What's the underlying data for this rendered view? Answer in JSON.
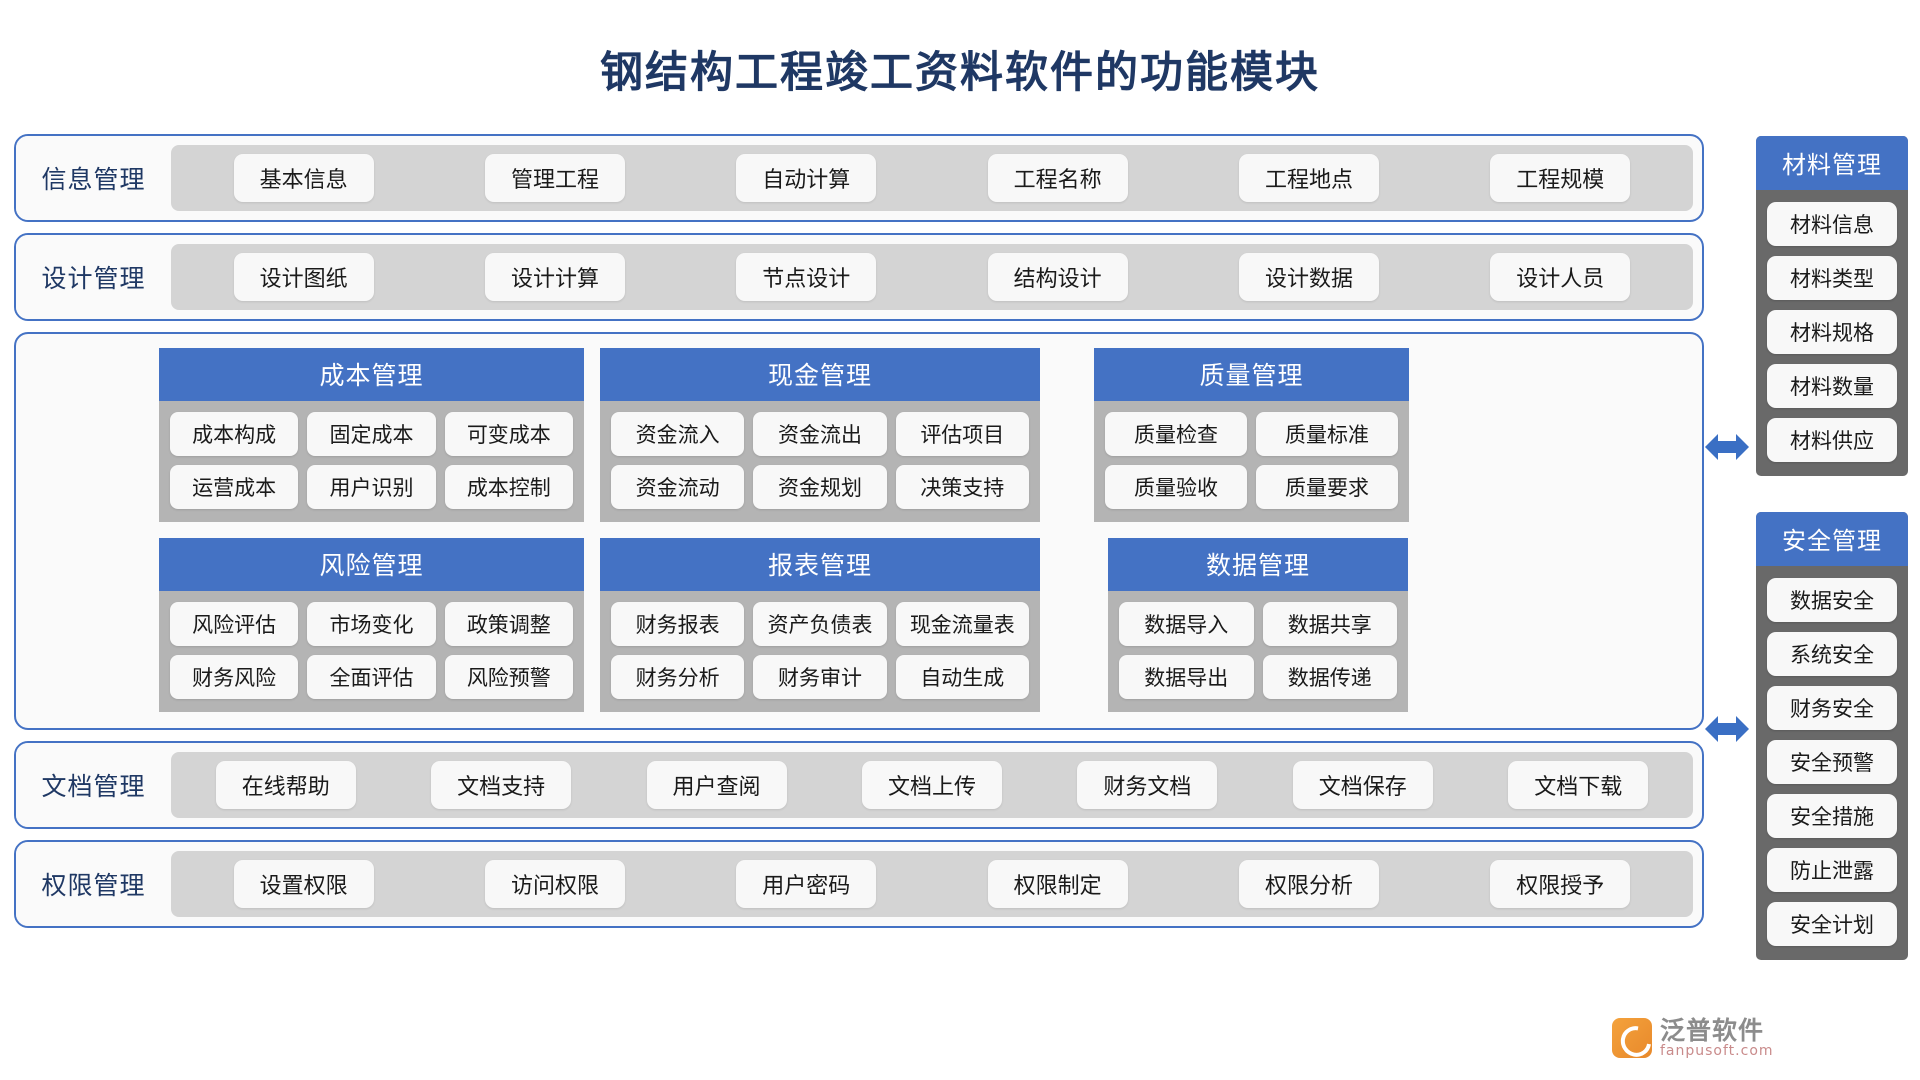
{
  "title": "钢结构工程竣工资料软件的功能模块",
  "colors": {
    "title_text": "#1F3864",
    "accent_blue": "#4472C4",
    "panel_body_gray": "#B4B4B4",
    "band_strip_gray": "#D4D4D4",
    "sidebar_gray": "#696969",
    "pill_bg": "#F8F8F8"
  },
  "bands": [
    {
      "label": "信息管理",
      "items": [
        "基本信息",
        "管理工程",
        "自动计算",
        "工程名称",
        "工程地点",
        "工程规模"
      ]
    },
    {
      "label": "设计管理",
      "items": [
        "设计图纸",
        "设计计算",
        "节点设计",
        "结构设计",
        "设计数据",
        "设计人员"
      ]
    }
  ],
  "center_panels": [
    {
      "key": "cost",
      "head": "成本管理",
      "rows": [
        [
          "成本构成",
          "固定成本",
          "可变成本"
        ],
        [
          "运营成本",
          "用户识别",
          "成本控制"
        ]
      ]
    },
    {
      "key": "cash",
      "head": "现金管理",
      "rows": [
        [
          "资金流入",
          "资金流出",
          "评估项目"
        ],
        [
          "资金流动",
          "资金规划",
          "决策支持"
        ]
      ]
    },
    {
      "key": "qual",
      "head": "质量管理",
      "rows": [
        [
          "质量检查",
          "质量标准"
        ],
        [
          "质量验收",
          "质量要求"
        ]
      ]
    },
    {
      "key": "risk",
      "head": "风险管理",
      "rows": [
        [
          "风险评估",
          "市场变化",
          "政策调整"
        ],
        [
          "财务风险",
          "全面评估",
          "风险预警"
        ]
      ]
    },
    {
      "key": "report",
      "head": "报表管理",
      "rows": [
        [
          "财务报表",
          "资产负债表",
          "现金流量表"
        ],
        [
          "财务分析",
          "财务审计",
          "自动生成"
        ]
      ]
    },
    {
      "key": "data",
      "head": "数据管理",
      "rows": [
        [
          "数据导入",
          "数据共享"
        ],
        [
          "数据导出",
          "数据传递"
        ]
      ]
    }
  ],
  "bottom_bands": [
    {
      "label": "文档管理",
      "items": [
        "在线帮助",
        "文档支持",
        "用户查阅",
        "文档上传",
        "财务文档",
        "文档保存",
        "文档下载"
      ]
    },
    {
      "label": "权限管理",
      "items": [
        "设置权限",
        "访问权限",
        "用户密码",
        "权限制定",
        "权限分析",
        "权限授予"
      ]
    }
  ],
  "sidebars": [
    {
      "key": "material",
      "head": "材料管理",
      "items": [
        "材料信息",
        "材料类型",
        "材料规格",
        "材料数量",
        "材料供应"
      ]
    },
    {
      "key": "safety",
      "head": "安全管理",
      "items": [
        "数据安全",
        "系统安全",
        "财务安全",
        "安全预警",
        "安全措施",
        "防止泄露",
        "安全计划"
      ]
    }
  ],
  "watermark": {
    "cn": "泛普软件",
    "en": "fanpusoft.com"
  }
}
